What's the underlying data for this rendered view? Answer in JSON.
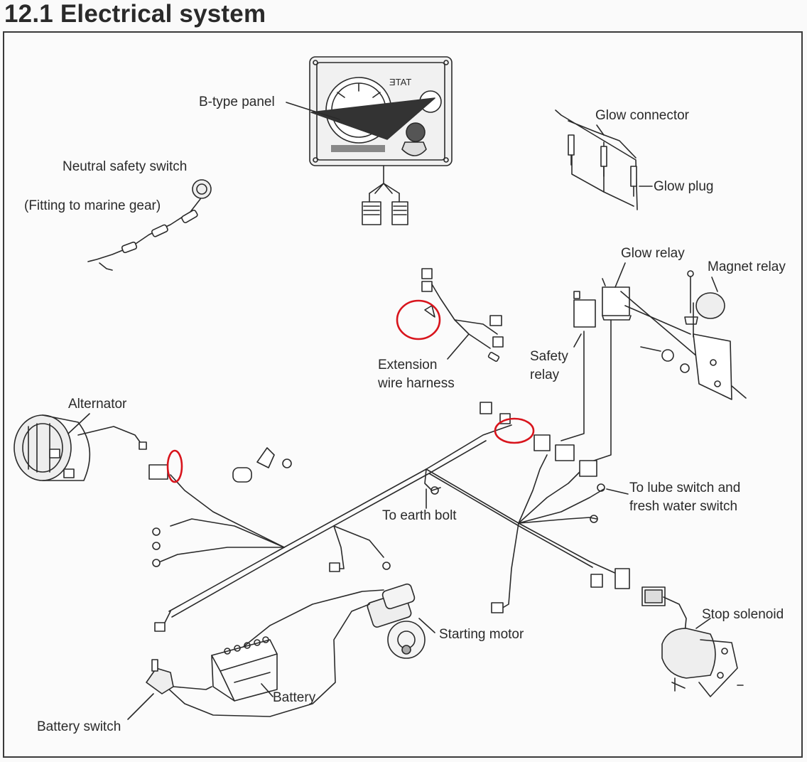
{
  "title": "12.1 Electrical system",
  "labels": {
    "b_type_panel": "B-type panel",
    "neutral_safety_switch": "Neutral safety switch",
    "fitting_to_marine_gear": "(Fitting to marine gear)",
    "glow_connector": "Glow connector",
    "glow_plug": "Glow plug",
    "glow_relay": "Glow relay",
    "magnet_relay": "Magnet relay",
    "safety_relay_line1": "Safety",
    "safety_relay_line2": "relay",
    "extension_harness_line1": "Extension",
    "extension_harness_line2": "wire harness",
    "alternator": "Alternator",
    "to_earth_bolt": "To earth bolt",
    "to_lube_switch_line1": "To lube switch and",
    "to_lube_switch_line2": "fresh water switch",
    "stop_solenoid": "Stop solenoid",
    "starting_motor": "Starting motor",
    "battery": "Battery",
    "battery_switch": "Battery switch"
  },
  "colors": {
    "ink": "#2a2a2a",
    "highlight": "#d8141c",
    "paper": "#fbfbfb"
  }
}
